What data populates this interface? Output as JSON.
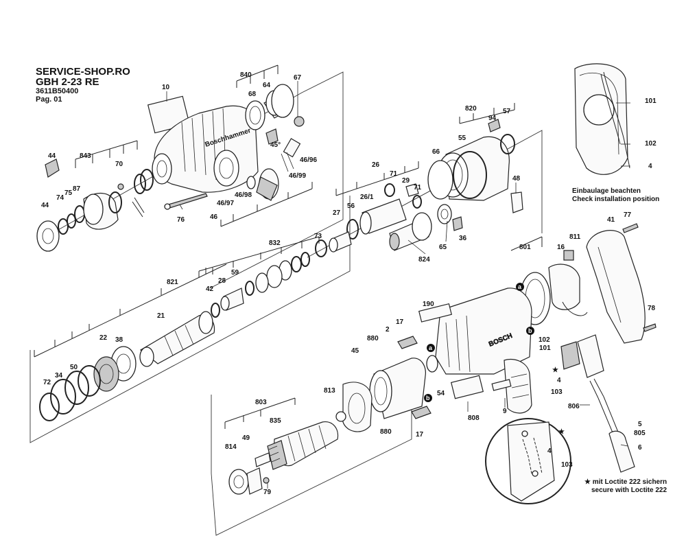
{
  "header": {
    "shop": "SERVICE-SHOP.RO",
    "model": "GBH 2-23 RE",
    "code": "3611B50400",
    "page": "Pag. 01"
  },
  "notes": {
    "install_de": "Einbaulage beachten",
    "install_en": "Check installation position",
    "loctite_de": "★ mit Loctite 222 sichern",
    "loctite_en": "secure with Loctite 222",
    "degree": "45°"
  },
  "parts": {
    "p10": "10",
    "p840": "840",
    "p68": "68",
    "p64": "64",
    "p67": "67",
    "p843": "843",
    "p44a": "44",
    "p44b": "44",
    "p70": "70",
    "p87": "87",
    "p75": "75",
    "p74": "74",
    "p46_96": "46/96",
    "p46_99": "46/99",
    "p46_98": "46/98",
    "p46_97": "46/97",
    "p46": "46",
    "p76": "76",
    "p820": "820",
    "p94": "94",
    "p57": "57",
    "p55": "55",
    "p66": "66",
    "p48": "48",
    "p26": "26",
    "p71a": "71",
    "p29": "29",
    "p71b": "71",
    "p26_1": "26/1",
    "p56": "56",
    "p27": "27",
    "p36": "36",
    "p65": "65",
    "p824": "824",
    "p73": "73",
    "p832": "832",
    "p59": "59",
    "p28": "28",
    "p42": "42",
    "p821": "821",
    "p21": "21",
    "p38": "38",
    "p22": "22",
    "p50": "50",
    "p34": "34",
    "p72": "72",
    "p101a": "101",
    "p102a": "102",
    "p4a": "4",
    "p41": "41",
    "p77": "77",
    "p811": "811",
    "p16": "16",
    "p801": "801",
    "p78": "78",
    "p190": "190",
    "p17a": "17",
    "p2": "2",
    "p880a": "880",
    "p45": "45",
    "p102b": "102",
    "p101b": "101",
    "p4b": "4",
    "p103a": "103",
    "p806": "806",
    "p5": "5",
    "p805": "805",
    "p6": "6",
    "p54": "54",
    "p808": "808",
    "p9": "9",
    "p813": "813",
    "p880b": "880",
    "p17b": "17",
    "p803": "803",
    "p835": "835",
    "p49": "49",
    "p814": "814",
    "p79": "79",
    "p4c": "4",
    "p103b": "103",
    "ba": "a",
    "bb": "b",
    "ba2": "a",
    "bb2": "b"
  },
  "brand": {
    "housing_text": "BOSCH",
    "gear_text": "Boschhammer"
  }
}
